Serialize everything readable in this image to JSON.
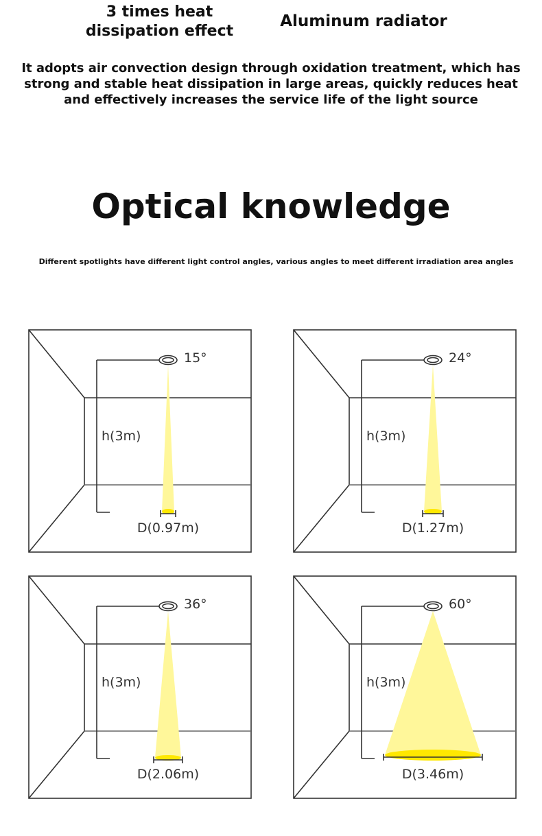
{
  "header": {
    "feature_title": "3 times heat dissipation effect",
    "feature_name": "Aluminum radiator",
    "description": "It adopts air convection design through oxidation treatment, which has strong and stable heat dissipation in large areas, quickly reduces heat and effectively increases the service life of the light source"
  },
  "section": {
    "title": "Optical knowledge",
    "subtitle": "Different spotlights have different light control angles, various angles to meet different irradiation area angles"
  },
  "colors": {
    "beam": "#fff79a",
    "spot": "#ffe800",
    "line": "#333333"
  },
  "panels": [
    {
      "angle": "15°",
      "height": "h(3m)",
      "diameter": "D(0.97m)"
    },
    {
      "angle": "24°",
      "height": "h(3m)",
      "diameter": "D(1.27m)"
    },
    {
      "angle": "36°",
      "height": "h(3m)",
      "diameter": "D(2.06m)"
    },
    {
      "angle": "60°",
      "height": "h(3m)",
      "diameter": "D(3.46m)"
    }
  ]
}
